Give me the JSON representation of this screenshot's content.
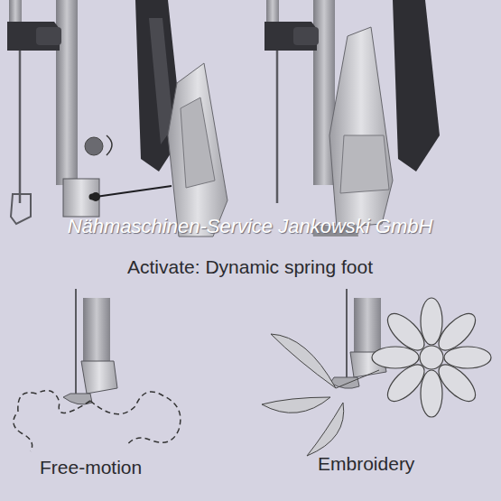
{
  "diagram": {
    "labels": [
      "Nähmaschinen-Service Jankowski GmbH",
      "Activate: Dynamic spring foot",
      "Free-motion",
      "Embroidery"
    ]
  }
}
